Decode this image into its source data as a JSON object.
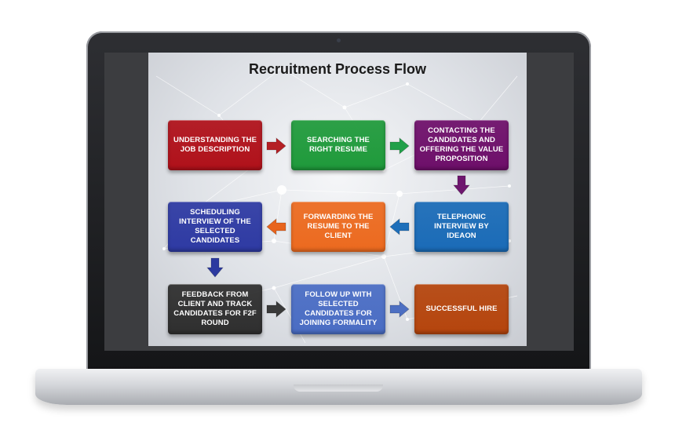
{
  "slide": {
    "title": "Recruitment Process Flow"
  },
  "steps": [
    {
      "id": "understanding",
      "label": "UNDERSTANDING THE JOB DESCRIPTION",
      "color": "#b0111a"
    },
    {
      "id": "searching",
      "label": "SEARCHING THE RIGHT RESUME",
      "color": "#1f9a3b"
    },
    {
      "id": "contacting",
      "label": "CONTACTING THE CANDIDATES AND OFFERING THE VALUE PROPOSITION",
      "color": "#6e0f6a"
    },
    {
      "id": "telephonic",
      "label": "TELEPHONIC INTERVIEW BY IDEAON",
      "color": "#1a6bb7"
    },
    {
      "id": "forwarding",
      "label": "FORWARDING THE RESUME TO THE CLIENT",
      "color": "#ec6a1f"
    },
    {
      "id": "scheduling",
      "label": "SCHEDULING INTERVIEW OF THE SELECTED CANDIDATES",
      "color": "#2e3aa3"
    },
    {
      "id": "feedback",
      "label": "FEEDBACK FROM CLIENT AND TRACK CANDIDATES FOR F2F ROUND",
      "color": "#2f2f2f"
    },
    {
      "id": "followup",
      "label": "FOLLOW UP WITH SELECTED CANDIDATES FOR JOINING FORMALITY",
      "color": "#4a6dc4"
    },
    {
      "id": "hire",
      "label": "SUCCESSFUL HIRE",
      "color": "#b5450d"
    }
  ],
  "colors": {
    "arrow_red": "#b52025",
    "arrow_green": "#21a04a",
    "arrow_purple": "#6e166e",
    "arrow_blue": "#1e6fba",
    "arrow_orange": "#e8641d",
    "arrow_navy": "#2c3aa0",
    "arrow_dark": "#3a3a3a",
    "arrow_lightblue": "#4d6fc2"
  }
}
